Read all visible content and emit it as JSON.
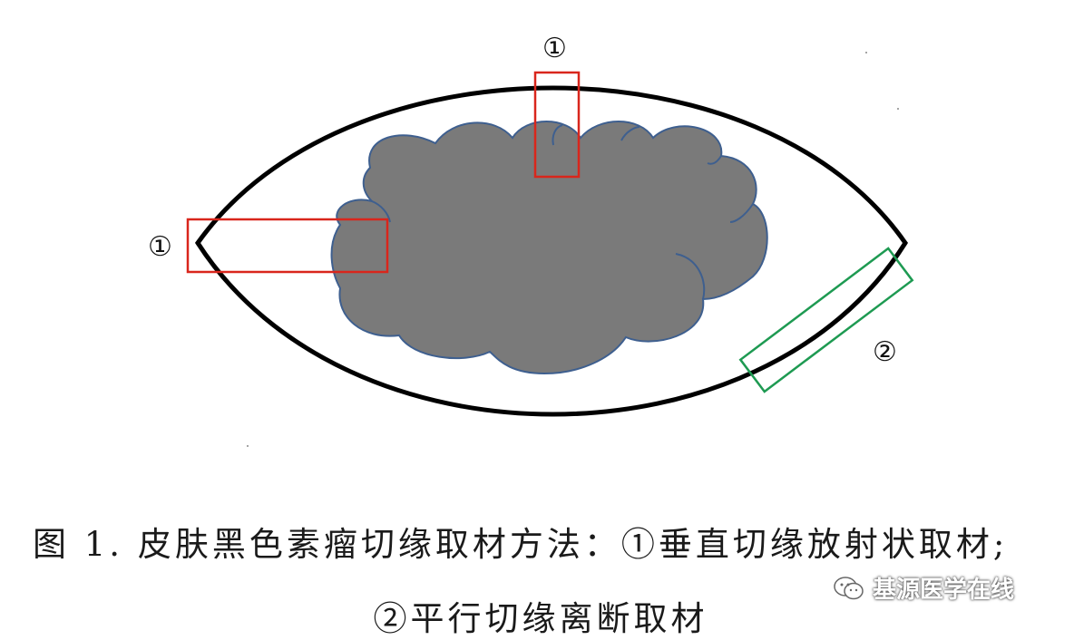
{
  "diagram": {
    "markers": {
      "top_vertical": "①",
      "left_vertical": "①",
      "right_parallel": "②"
    },
    "colors": {
      "ellipse_outline": "#000000",
      "lesion_fill": "#7a7a7a",
      "lesion_stroke": "#3e5f8f",
      "radial_sample_box": "#d9261c",
      "parallel_sample_box": "#1e9a52"
    }
  },
  "caption": {
    "line1": "图 1. 皮肤黑色素瘤切缘取材方法：①垂直切缘放射状取材;",
    "line2": "②平行切缘离断取材"
  },
  "watermark": {
    "text": "基源医学在线",
    "icon": "wechat-icon"
  }
}
